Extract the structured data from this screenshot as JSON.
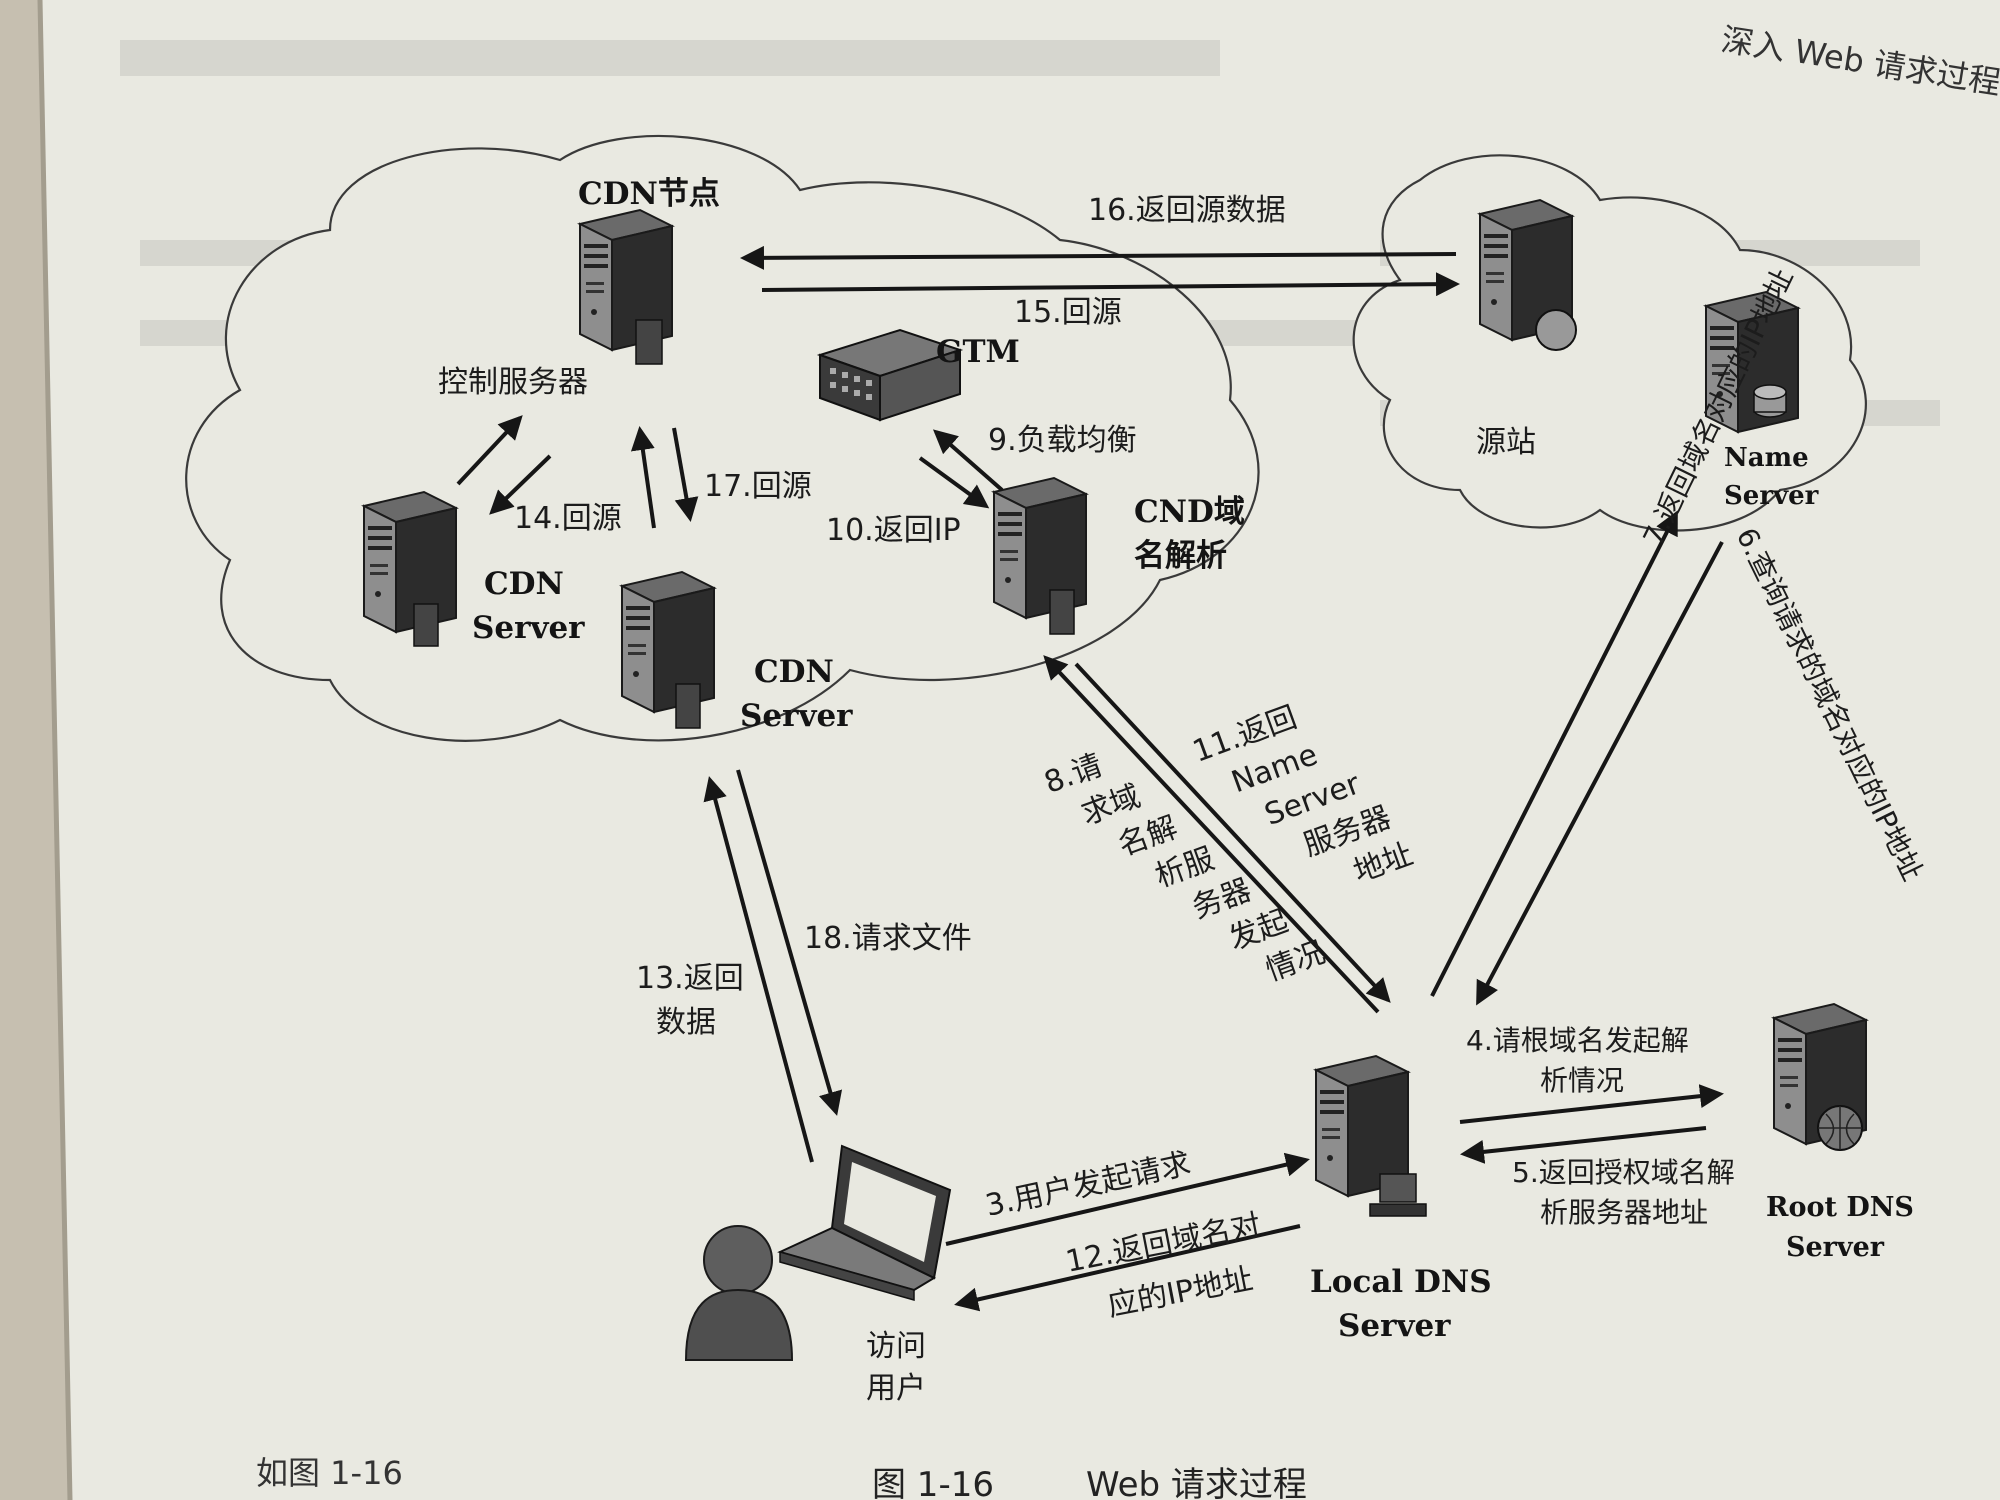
{
  "header": {
    "text": "深入 Web 请求过程"
  },
  "caption": {
    "fig": "图 1-16",
    "title": "Web 请求过程"
  },
  "body_text": {
    "left": "如图 1-16"
  },
  "nodes": {
    "cdn_node_title": "CDN节点",
    "control_server": "控制服务器",
    "gtm": "GTM",
    "cdn_server_left_1": "CDN",
    "cdn_server_left_2": "Server",
    "cdn_server_mid_1": "CDN",
    "cdn_server_mid_2": "Server",
    "cnd_dns_1": "CND域",
    "cnd_dns_2": "名解析",
    "origin": "源站",
    "name_server_1": "Name",
    "name_server_2": "Server",
    "root_dns_1": "Root DNS",
    "root_dns_2": "Server",
    "local_dns_1": "Local DNS",
    "local_dns_2": "Server",
    "user_1": "访问",
    "user_2": "用户"
  },
  "steps": {
    "s3": "3.用户发起请求",
    "s4_1": "4.请根域名发起解",
    "s4_2": "析情况",
    "s5_1": "5.返回授权域名解",
    "s5_2": "析服务器地址",
    "s6": "6.查询请求的域名对应的IP地址",
    "s7": "7.返回域名对应的IP地址",
    "s8_1": "8.请",
    "s8_2": "求域",
    "s8_3": "名解",
    "s8_4": "析服",
    "s8_5": "务器",
    "s8_6": "发起",
    "s8_7": "情况",
    "s9": "9.负载均衡",
    "s10": "10.返回IP",
    "s11_1": "11.返回",
    "s11_2": "Name",
    "s11_3": "Server",
    "s11_4": "服务器",
    "s11_5": "地址",
    "s12_1": "12.返回域名对",
    "s12_2": "应的IP地址",
    "s13_1": "13.返回",
    "s13_2": "数据",
    "s14": "14.回源",
    "s15": "15.回源",
    "s16": "16.返回源数据",
    "s17": "17.回源",
    "s18": "18.请求文件"
  },
  "colors": {
    "paper": "#e9e9e1",
    "ink": "#161616",
    "server_body": "#2e2e2e",
    "server_face": "#9a9a9a"
  }
}
